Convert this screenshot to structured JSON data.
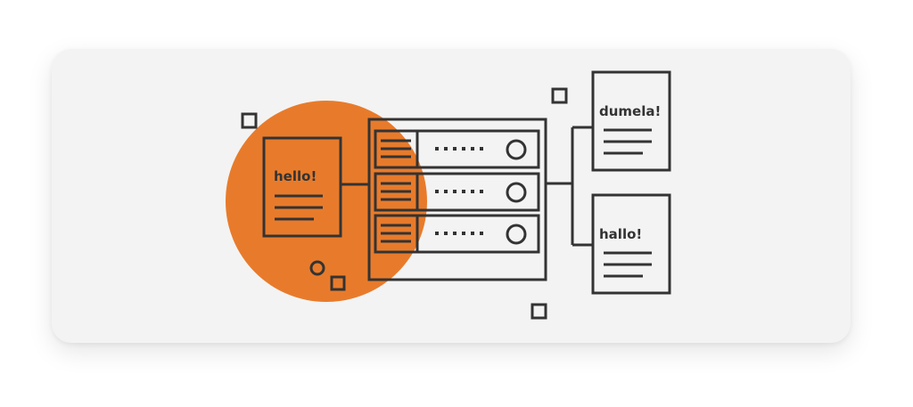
{
  "colors": {
    "accent": "#e87b2b",
    "stroke": "#333333",
    "card": "#f3f3f3"
  },
  "documents": {
    "source_label": "hello!",
    "target_top_label": "dumela!",
    "target_bottom_label": "hallo!"
  },
  "server": {
    "units": 3,
    "indicator": "::::::"
  }
}
